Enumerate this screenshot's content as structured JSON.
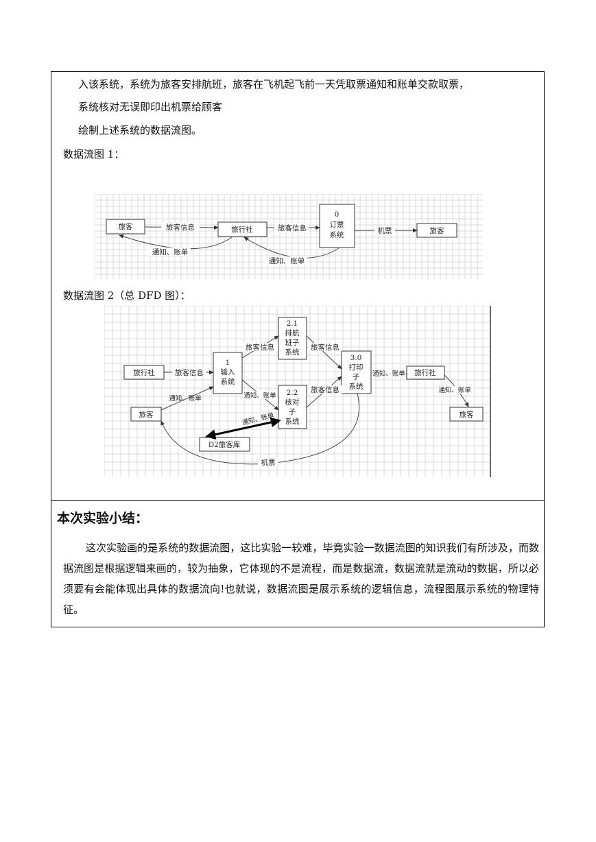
{
  "intro": {
    "line1": "入该系统，系统为旅客安排航班，旅客在飞机起飞前一天凭取票通知和账单交款取票，",
    "line2": "系统核对无误即印出机票给顾客",
    "line3": "绘制上述系统的数据流图。"
  },
  "dfd1": {
    "caption": "数据流图 1：",
    "nodes": {
      "traveler_left": "旅客",
      "agency": "旅行社",
      "system_num": "0",
      "system_l1": "订票",
      "system_l2": "系统",
      "traveler_right": "旅客"
    },
    "flows": {
      "info1": "旅客信息",
      "info2": "旅客信息",
      "ticket": "机票",
      "notice1": "通知、账单",
      "notice2": "通知、账单"
    }
  },
  "dfd2": {
    "caption": "数据流图 2（总 DFD 图）：",
    "nodes": {
      "agency_left": "旅行社",
      "traveler_left": "旅客",
      "p1_num": "1",
      "p1_l1": "输入",
      "p1_l2": "系统",
      "p21_num": "2.1",
      "p21_l1": "排航",
      "p21_l2": "班子",
      "p21_l3": "系统",
      "p22_num": "2.2",
      "p22_l1": "核对",
      "p22_l2": "子",
      "p22_l3": "系统",
      "p3_num": "3.0",
      "p3_l1": "打印",
      "p3_l2": "子",
      "p3_l3": "系统",
      "store": "D2旅客库",
      "agency_right": "旅行社",
      "traveler_right": "旅客"
    },
    "flows": {
      "a_to_p1": "旅客信息",
      "t_to_p1": "通知、账单",
      "p1_to_p21": "旅客信息",
      "p1_to_p22": "通知、账单",
      "p21_to_p3": "旅客信息",
      "p22_to_p3": "旅客信息",
      "store_p22": "通知、账单",
      "p3_to_agency": "通知、账单",
      "agency_to_t": "通知、账单",
      "ticket": "机票"
    }
  },
  "summary": {
    "heading": "本次实验小结：",
    "body": "这次实验画的是系统的数据流图，这比实验一较难，毕竟实验一数据流图的知识我们有所涉及，而数据流图是根据逻辑来画的，较为抽象，它体现的不是流程，而是数据流，数据流就是流动的数据，所以必须要有会能体现出具体的数据流向!也就说，数据流图是展示系统的逻辑信息，流程图展示系统的物理特征。"
  }
}
